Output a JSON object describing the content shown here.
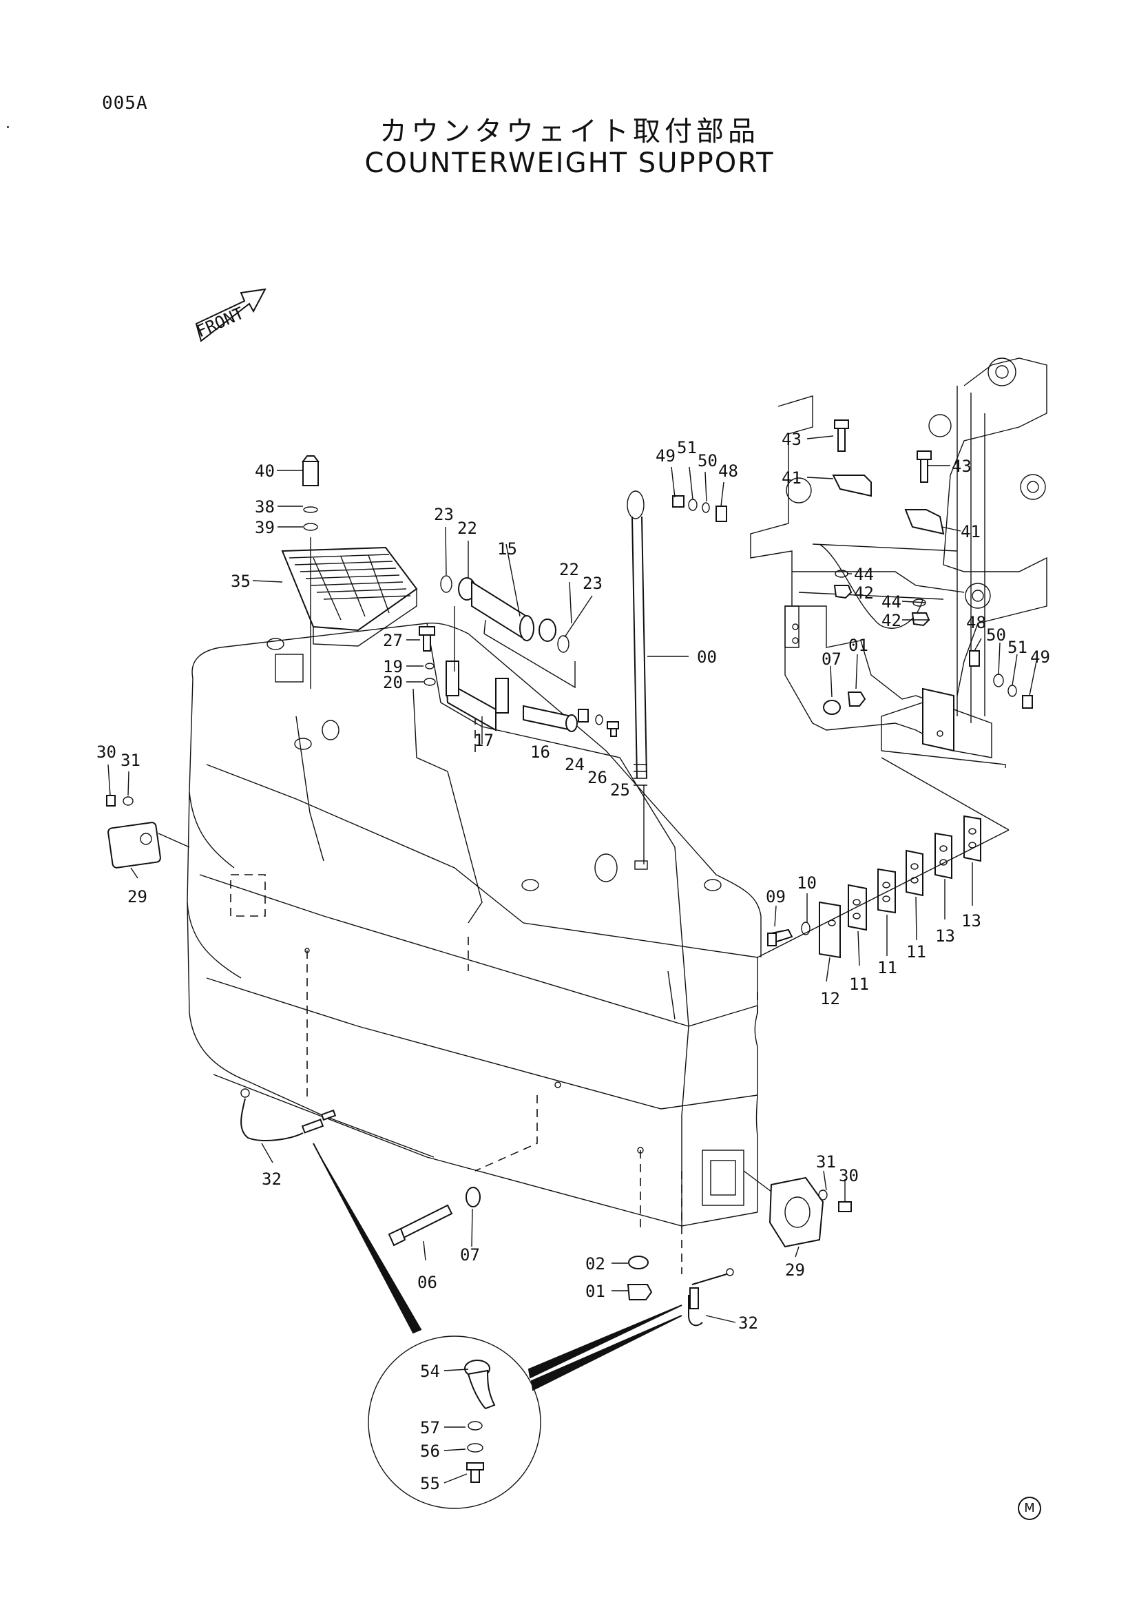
{
  "header": {
    "page_code": "005A",
    "title_ja": "カウンタウェイト取付部品",
    "title_en": "COUNTERWEIGHT SUPPORT"
  },
  "front_arrow": {
    "text": "FRONT"
  },
  "footer": {
    "mark": "M"
  },
  "labels": {
    "l40": "40",
    "l38": "38",
    "l39": "39",
    "l35": "35",
    "l23a": "23",
    "l22a": "22",
    "l15": "15",
    "l22b": "22",
    "l23b": "23",
    "l27": "27",
    "l19": "19",
    "l20": "20",
    "l17": "17",
    "l16": "16",
    "l24": "24",
    "l26": "26",
    "l25": "25",
    "l00": "00",
    "l49a": "49",
    "l51a": "51",
    "l50a": "50",
    "l48a": "48",
    "l43a": "43",
    "l41a": "41",
    "l43b": "43",
    "l41b": "41",
    "l44a": "44",
    "l42a": "42",
    "l44b": "44",
    "l42b": "42",
    "l48b": "48",
    "l50b": "50",
    "l51b": "51",
    "l49b": "49",
    "l07a": "07",
    "l01a": "01",
    "l30a": "30",
    "l31a": "31",
    "l29a": "29",
    "l09": "09",
    "l10": "10",
    "l12": "12",
    "l11a": "11",
    "l11b": "11",
    "l11c": "11",
    "l13a": "13",
    "l13b": "13",
    "l32a": "32",
    "l06": "06",
    "l07b": "07",
    "l02": "02",
    "l01b": "01",
    "l31b": "31",
    "l30b": "30",
    "l29b": "29",
    "l32b": "32",
    "l54": "54",
    "l57": "57",
    "l56": "56",
    "l55": "55"
  },
  "icons": [
    "front-arrow-icon",
    "circled-m-icon"
  ]
}
